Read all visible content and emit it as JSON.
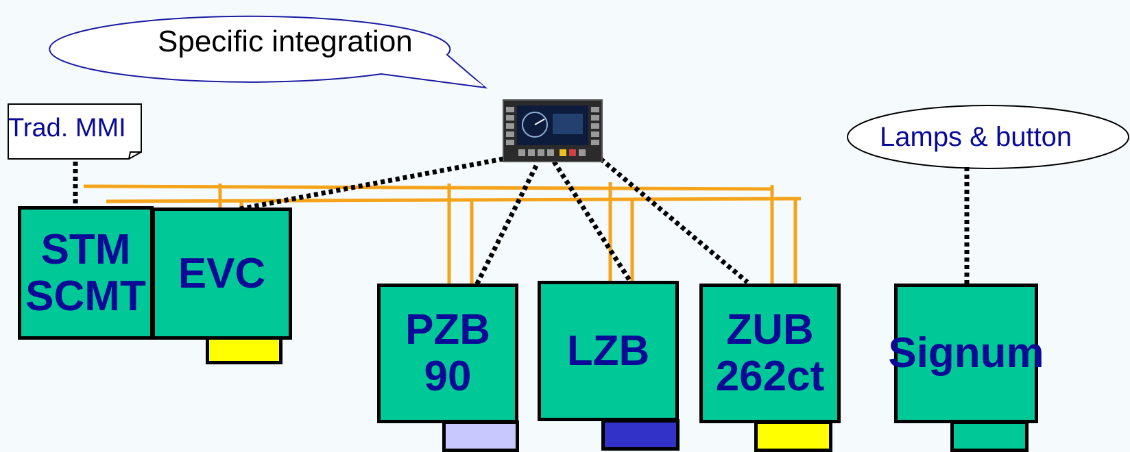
{
  "callouts": {
    "integration": "Specific integration",
    "trad_mmi": "Trad. MMI",
    "lamps": "Lamps & button"
  },
  "units": {
    "stm": "STM\nSCMT",
    "evc": "EVC",
    "pzb": "PZB\n90",
    "lzb": "LZB",
    "zub": "ZUB\n262ct",
    "signum": "Signum"
  },
  "colors": {
    "unit_fill": "#00c896",
    "text": "#0a0a96",
    "bus": "#f5a31a",
    "tab_yellow": "#ffff00",
    "tab_lavender": "#c8c8ff",
    "tab_blue": "#3232c8"
  },
  "icons": {
    "dmi": "train-display-panel-icon"
  }
}
